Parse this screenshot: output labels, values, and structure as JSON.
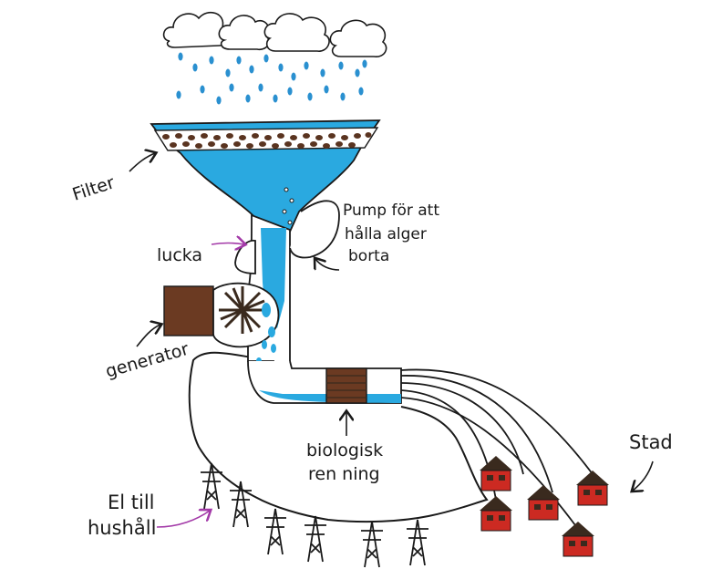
{
  "labels": {
    "filter": "Filter",
    "lucka": "lucka",
    "pump": [
      "Pump för att",
      "hålla alger",
      "borta"
    ],
    "generator": "generator",
    "biologisk": [
      "biologisk",
      "ren ning"
    ],
    "el": [
      "El till",
      "hushåll"
    ],
    "stad": "Stad"
  },
  "colors": {
    "water": "#2aa9e0",
    "water_dark": "#1c8fd0",
    "soil": "#5a3420",
    "generator": "#6b3a22",
    "house": "#cc2a22",
    "roof": "#3a2a1e",
    "arrow_purple": "#a33aa8",
    "ink": "#1a1a1a"
  },
  "icons": [
    "cloud-icon",
    "rain-drop-icon",
    "turbine-wheel-icon",
    "pylon-icon",
    "house-icon",
    "arrow-icon"
  ]
}
